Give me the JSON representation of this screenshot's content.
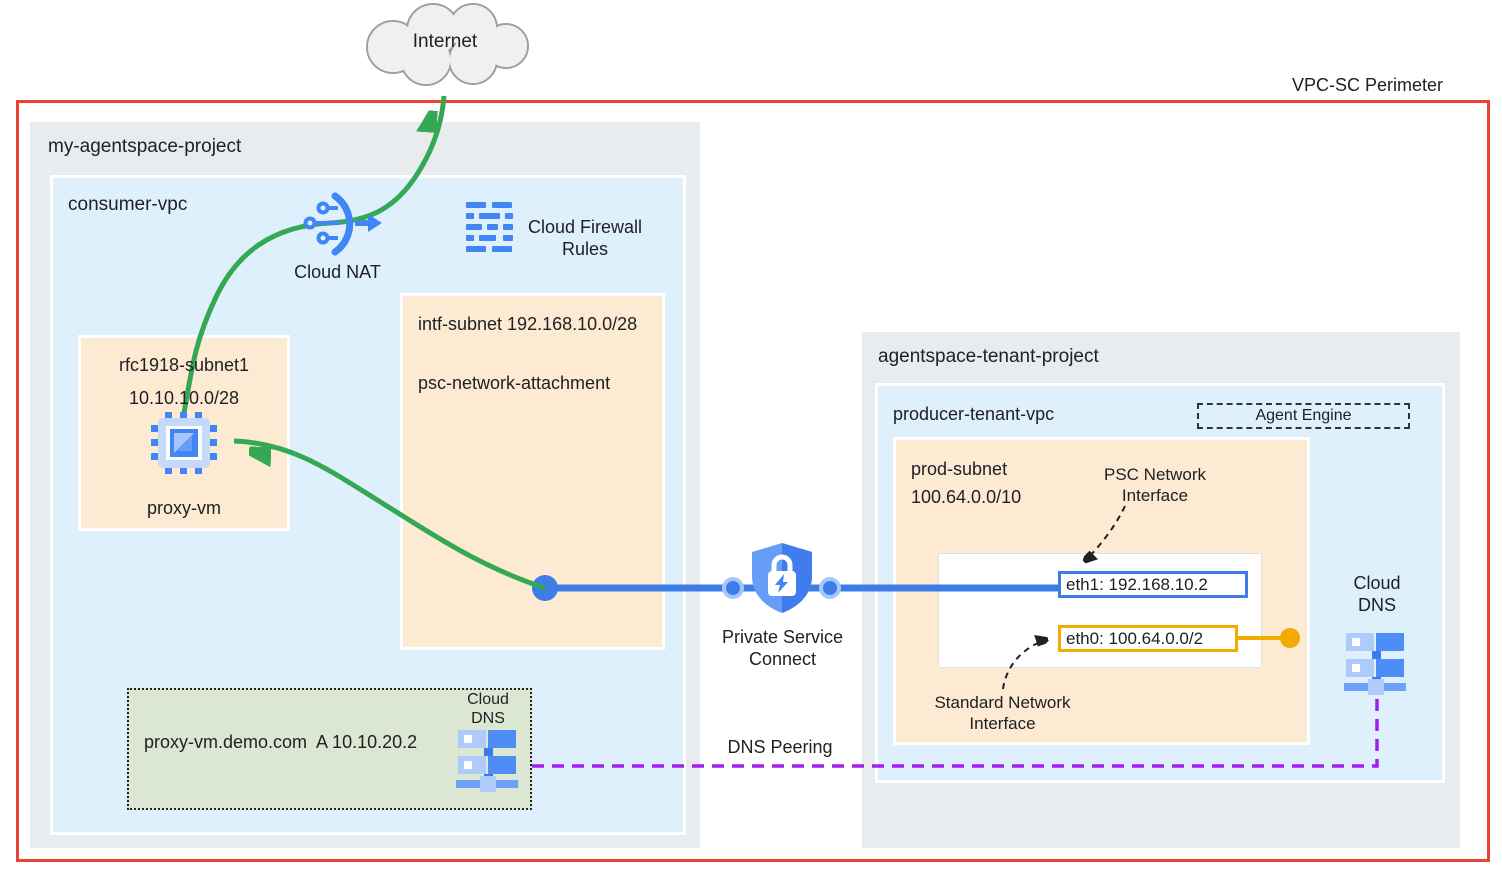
{
  "perimeter": {
    "label": "VPC-SC Perimeter"
  },
  "internet": {
    "label": "Internet"
  },
  "consumer_project": {
    "label": "my-agentspace-project",
    "vpc_label": "consumer-vpc",
    "cloud_nat_label": "Cloud NAT",
    "firewall_label_line1": "Cloud Firewall",
    "firewall_label_line2": "Rules",
    "intf_subnet": {
      "title": "intf-subnet 192.168.10.0/28",
      "attachment_label": "psc-network-attachment"
    },
    "rfc1918_subnet": {
      "name": "rfc1918-subnet1",
      "cidr": "10.10.10.0/28",
      "vm_label": "proxy-vm"
    },
    "dns_zone": {
      "record": "proxy-vm.demo.com  A 10.10.20.2",
      "service_line1": "Cloud",
      "service_line2": "DNS"
    }
  },
  "psc": {
    "label_line1": "Private Service",
    "label_line2": "Connect"
  },
  "tenant_project": {
    "label": "agentspace-tenant-project",
    "vpc_label": "producer-tenant-vpc",
    "agent_engine_label": "Agent Engine",
    "prod_subnet": {
      "name": "prod-subnet",
      "cidr": "100.64.0.0/10"
    },
    "interfaces": {
      "psc_nic_line1": "PSC Network",
      "psc_nic_line2": "Interface",
      "eth1_label": "eth1: 192.168.10.2",
      "eth0_label": "eth0: 100.64.0.0/2",
      "std_nic_line1": "Standard Network",
      "std_nic_line2": "Interface"
    },
    "cloud_dns_line1": "Cloud",
    "cloud_dns_line2": "DNS"
  },
  "dns_peering_label": "DNS Peering",
  "colors": {
    "perimeter_red": "#ea4335",
    "project_gray": "#e8ecef",
    "vpc_blue": "#def0fb",
    "subnet_peach": "#fcebd2",
    "dns_zone_green": "#dbe7d2",
    "flow_green": "#34a853",
    "flow_blue": "#3e7de8",
    "nic_yellow": "#f2ab00",
    "peering_purple": "#a11ff0"
  }
}
